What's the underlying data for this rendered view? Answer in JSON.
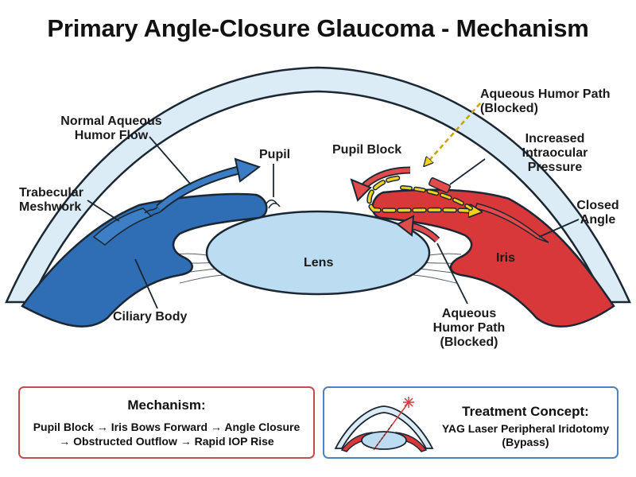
{
  "title": "Primary Angle-Closure Glaucoma - Mechanism",
  "labels": {
    "normal_flow": [
      "Normal Aqueous",
      "Humor Flow"
    ],
    "trabecular": [
      "Trabecular",
      "Meshwork"
    ],
    "pupil": "Pupil",
    "pupil_block": "Pupil Block",
    "aqueous_path_top": [
      "Aqueous Humor Path",
      "(Blocked)"
    ],
    "increased_iop": [
      "Increased",
      "Intraocular",
      "Pressure"
    ],
    "closed_angle": [
      "Closed",
      "Angle"
    ],
    "lens": "Lens",
    "iris": "Iris",
    "ciliary_body": "Ciliary Body",
    "aqueous_path_bottom": [
      "Aqueous",
      "Humor Path",
      "(Blocked)"
    ]
  },
  "mechanism": {
    "title": "Mechanism:",
    "lines": [
      "Pupil Block → Iris Bows Forward → Angle Closure",
      "→ Obstructed Outflow → Rapid IOP Rise"
    ]
  },
  "treatment": {
    "title": "Treatment Concept:",
    "lines": [
      "YAG Laser Peripheral Iridotomy",
      "(Bypass)"
    ]
  },
  "colors": {
    "normal_blue": "#2f6db5",
    "closure_red": "#d9383a",
    "lens_fill": "#bcdcf2",
    "cornea_fill": "#dcecf7",
    "aqueous_yellow": "#f3d21b"
  }
}
